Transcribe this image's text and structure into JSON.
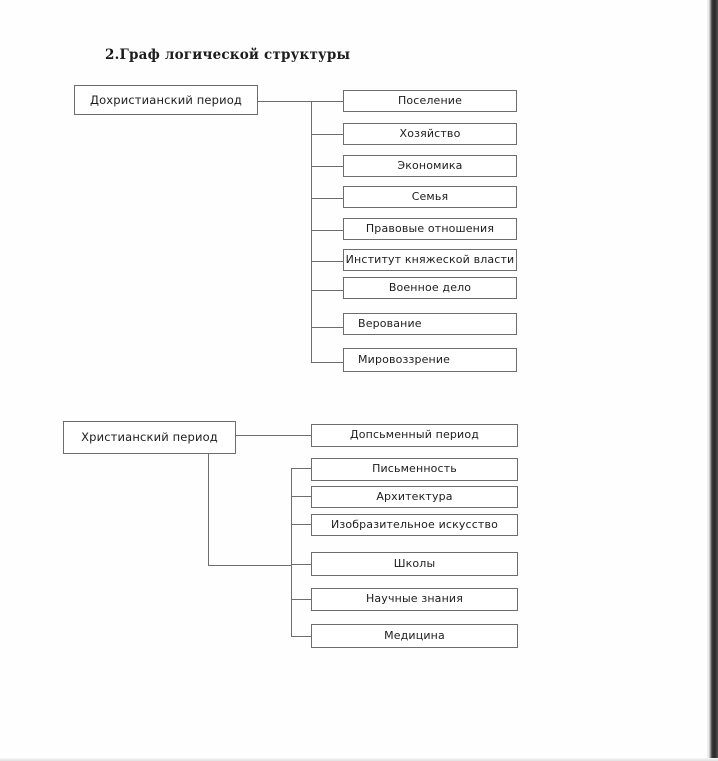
{
  "page": {
    "title": "2.Граф логической структуры",
    "line_color": "#6d6d6d",
    "box_border_color": "#6d6d6d",
    "background": "#fefefe",
    "text_color": "#1c1c1c"
  },
  "sections": [
    {
      "root": {
        "label": "Дохристианский период"
      },
      "children": [
        {
          "label": "Поселение",
          "align": "center"
        },
        {
          "label": "Хозяйство",
          "align": "center"
        },
        {
          "label": "Экономика",
          "align": "center"
        },
        {
          "label": "Семья",
          "align": "center"
        },
        {
          "label": "Правовые отношения",
          "align": "center"
        },
        {
          "label": "Институт княжеской власти",
          "align": "center"
        },
        {
          "label": "Военное дело",
          "align": "center"
        },
        {
          "label": "Верование",
          "align": "left"
        },
        {
          "label": "Мировоззрение",
          "align": "left"
        }
      ]
    },
    {
      "root": {
        "label": "Христианский период"
      },
      "direct_child": {
        "label": "Допсьменный период",
        "align": "center"
      },
      "children": [
        {
          "label": "Письменность",
          "align": "center"
        },
        {
          "label": "Архитектура",
          "align": "center"
        },
        {
          "label": "Изобразительное  искусство",
          "align": "center"
        },
        {
          "label": "Школы",
          "align": "center"
        },
        {
          "label": "Научные знания",
          "align": "center"
        },
        {
          "label": "Медицина",
          "align": "center"
        }
      ]
    }
  ]
}
